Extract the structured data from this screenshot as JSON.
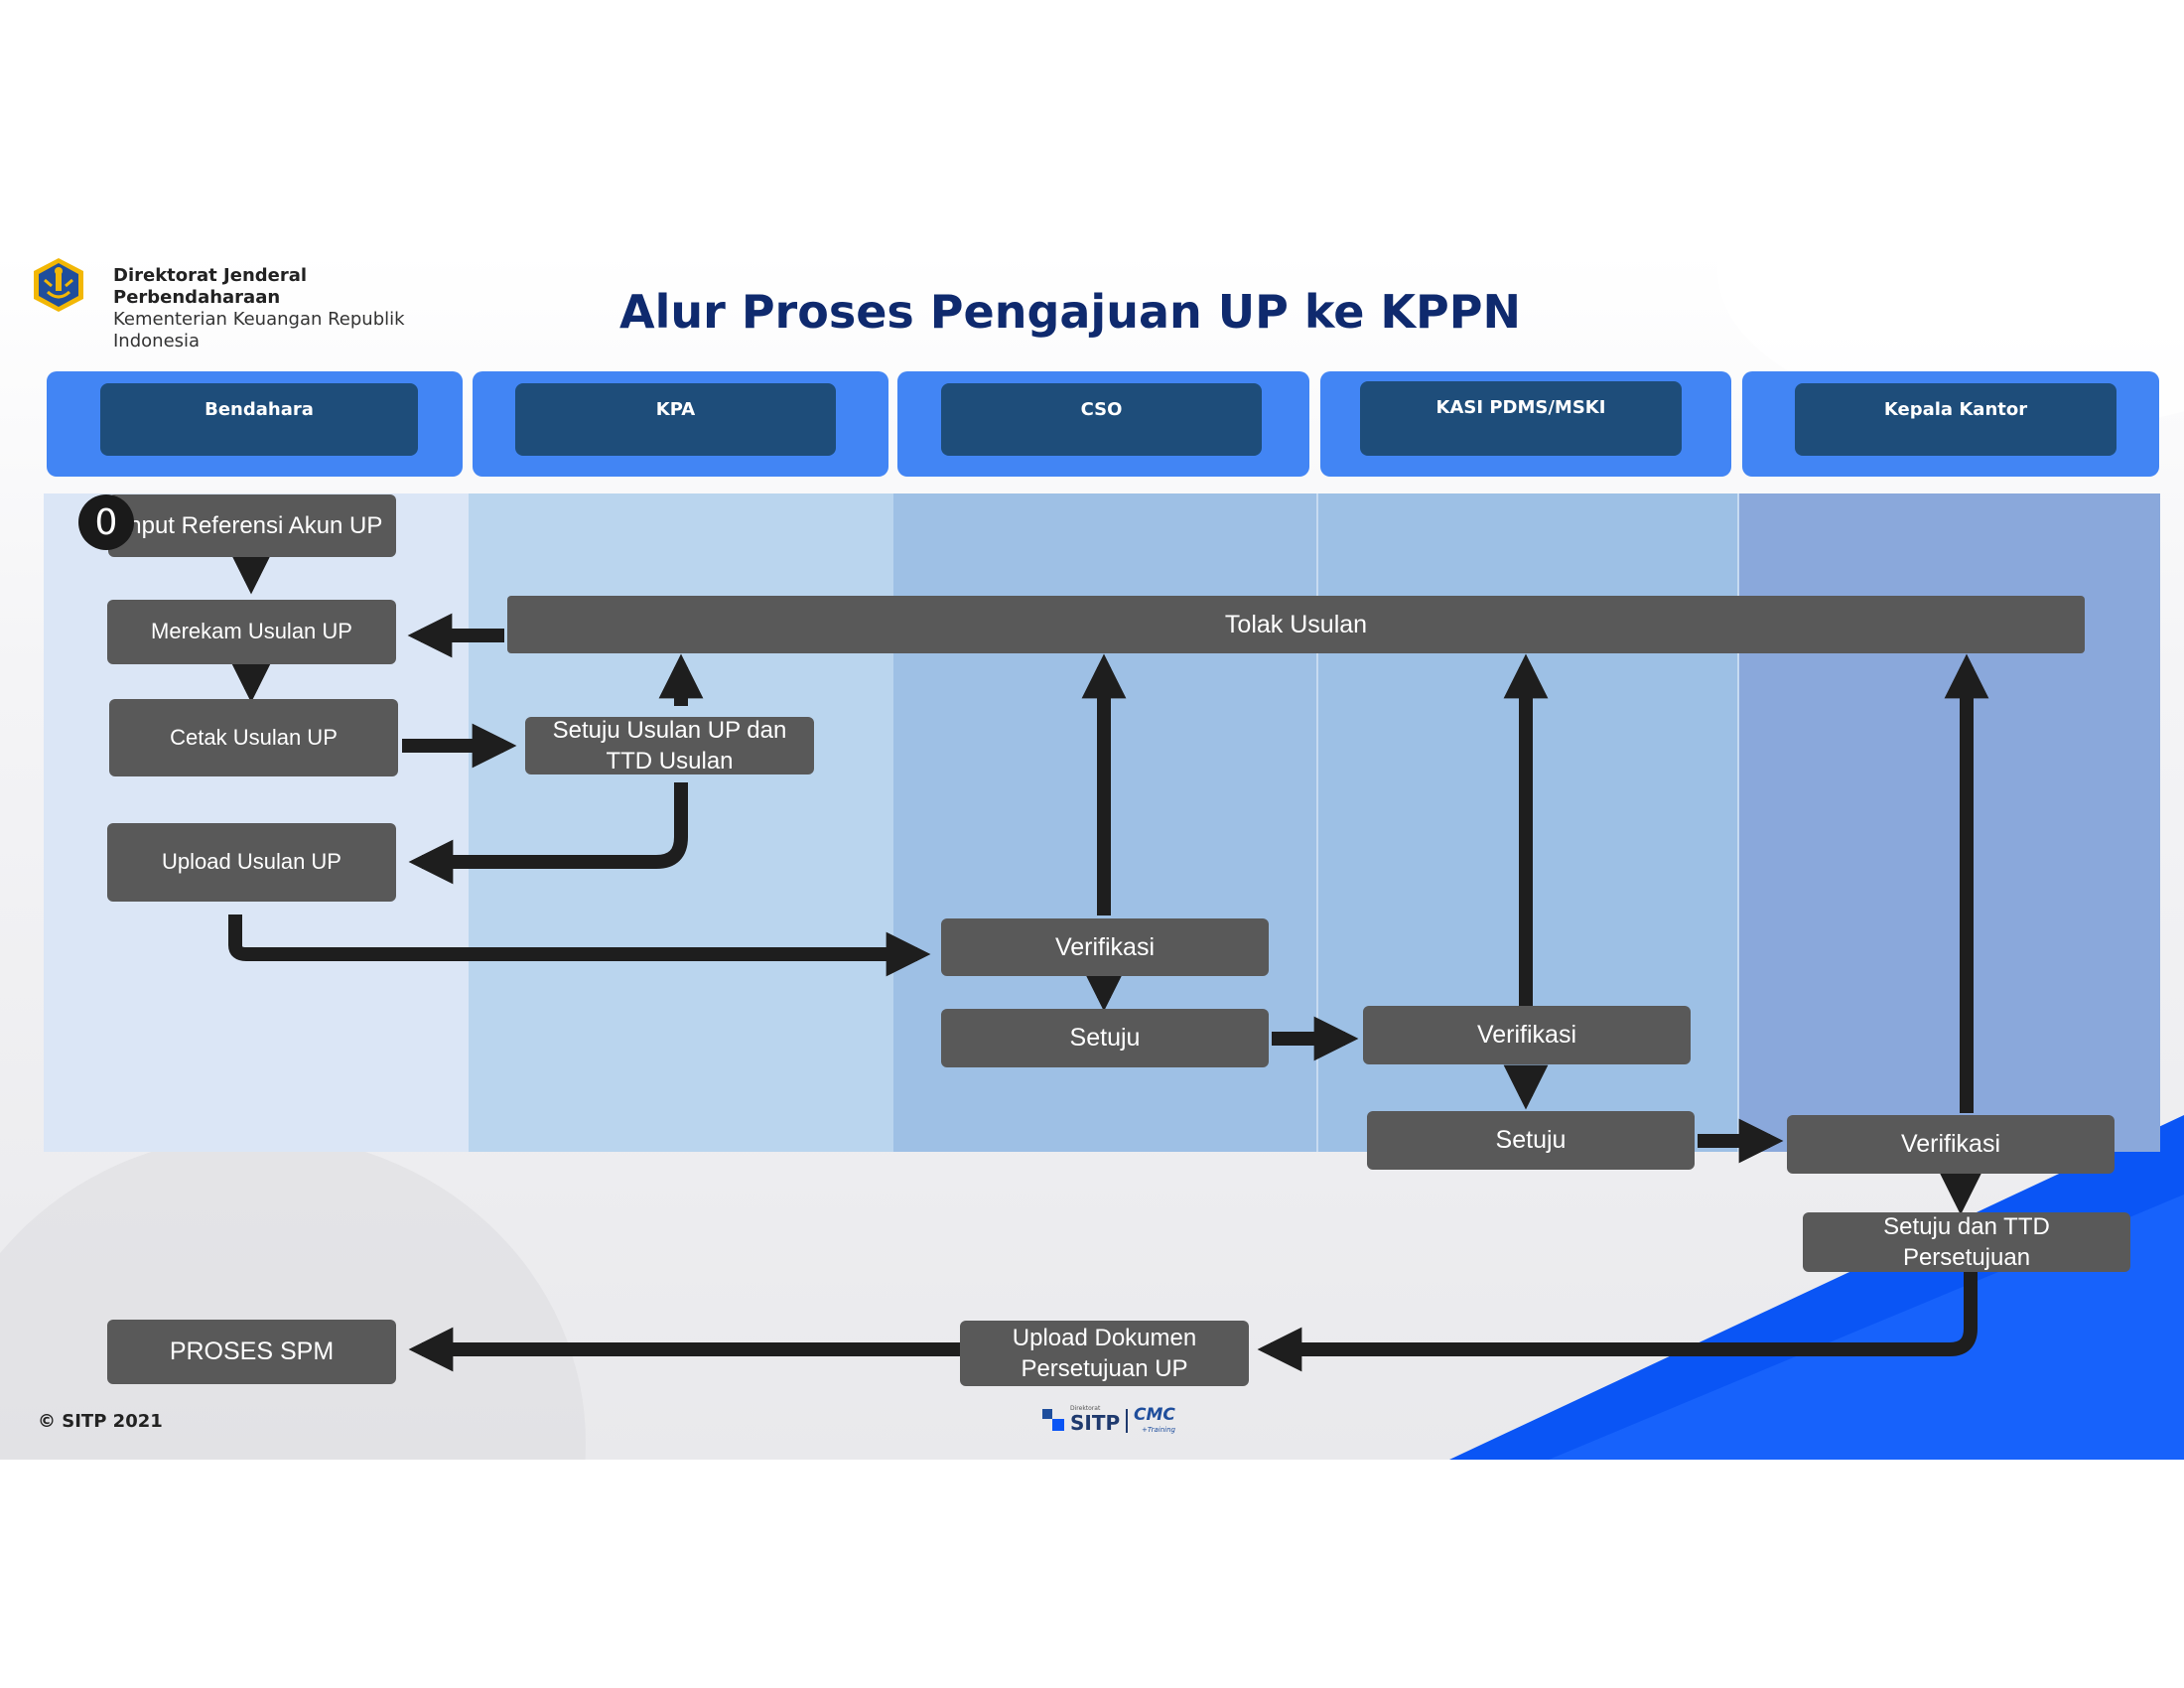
{
  "org": {
    "line1": "Direktorat Jenderal",
    "line2": "Perbendaharaan",
    "line3": "Kementerian Keuangan Republik",
    "line4": "Indonesia"
  },
  "title": "Alur Proses Pengajuan UP ke KPPN",
  "lanes": [
    "Bendahara",
    "KPA",
    "CSO",
    "KASI PDMS/MSKI",
    "Kepala Kantor"
  ],
  "step_number": "0",
  "steps": {
    "input_ref": "Input Referensi Akun UP",
    "merekam": "Merekam Usulan UP",
    "cetak": "Cetak Usulan UP",
    "upload_usulan": "Upload Usulan UP",
    "setuju_ttd": "Setuju Usulan UP dan TTD Usulan",
    "tolak": "Tolak Usulan",
    "verif_cso": "Verifikasi",
    "setuju_cso": "Setuju",
    "verif_kasi": "Verifikasi",
    "setuju_kasi": "Setuju",
    "verif_kepala": "Verifikasi",
    "setuju_kepala": "Setuju dan TTD Persetujuan",
    "upload_dokumen": "Upload Dokumen Persetujuan UP",
    "proses_spm": "PROSES SPM"
  },
  "footer": {
    "copyright": "© SITP 2021",
    "logo_small": "Direktorat",
    "logo_sitp": "SITP",
    "logo_cmc": "CMC",
    "logo_training": "+Training"
  },
  "colors": {
    "title": "#0f2a6e",
    "header_outer": "#4285f4",
    "header_inner": "#1e4d7a",
    "box": "#595959",
    "arrow": "#1e1e1e",
    "accent_blue": "#0a55f5"
  }
}
